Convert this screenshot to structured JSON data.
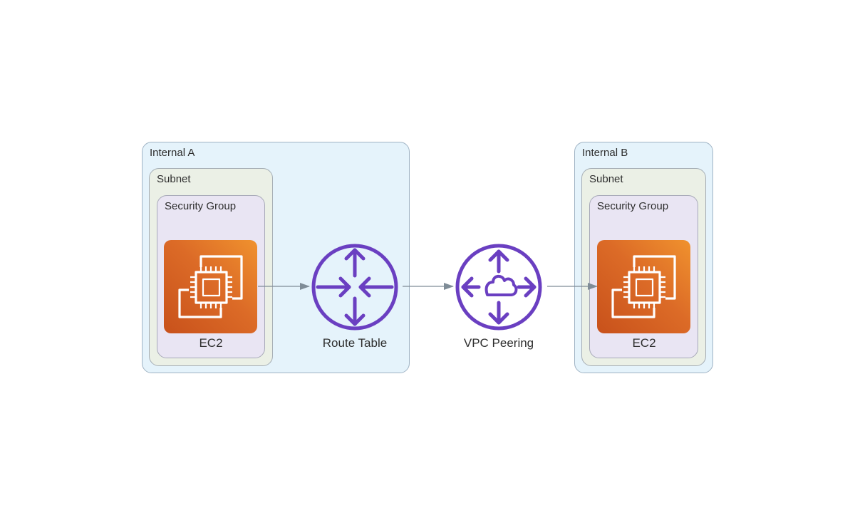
{
  "clusters": {
    "vpc_a": "Internal A",
    "subnet_a": "Subnet",
    "sg_a": "Security Group",
    "vpc_b": "Internal B",
    "subnet_b": "Subnet",
    "sg_b": "Security Group"
  },
  "nodes": {
    "ec2_a": {
      "label": "EC2",
      "icon": "ec2-icon"
    },
    "route_table": {
      "label": "Route Table",
      "icon": "router-icon"
    },
    "vpc_peering": {
      "label": "VPC Peering",
      "icon": "vpc-peering-icon"
    },
    "ec2_b": {
      "label": "EC2",
      "icon": "ec2-icon"
    }
  },
  "edges": [
    {
      "from": "EC2",
      "to": "Route Table"
    },
    {
      "from": "Route Table",
      "to": "VPC Peering"
    },
    {
      "from": "VPC Peering",
      "to": "EC2"
    }
  ],
  "colors": {
    "ec2": "#dc6b27",
    "network": "#6a3fc1",
    "edge": "#7f8c97",
    "vpc_fill": "#e5f3fb",
    "subnet_fill": "#ebf0e6",
    "sg_fill": "#e9e5f3"
  }
}
